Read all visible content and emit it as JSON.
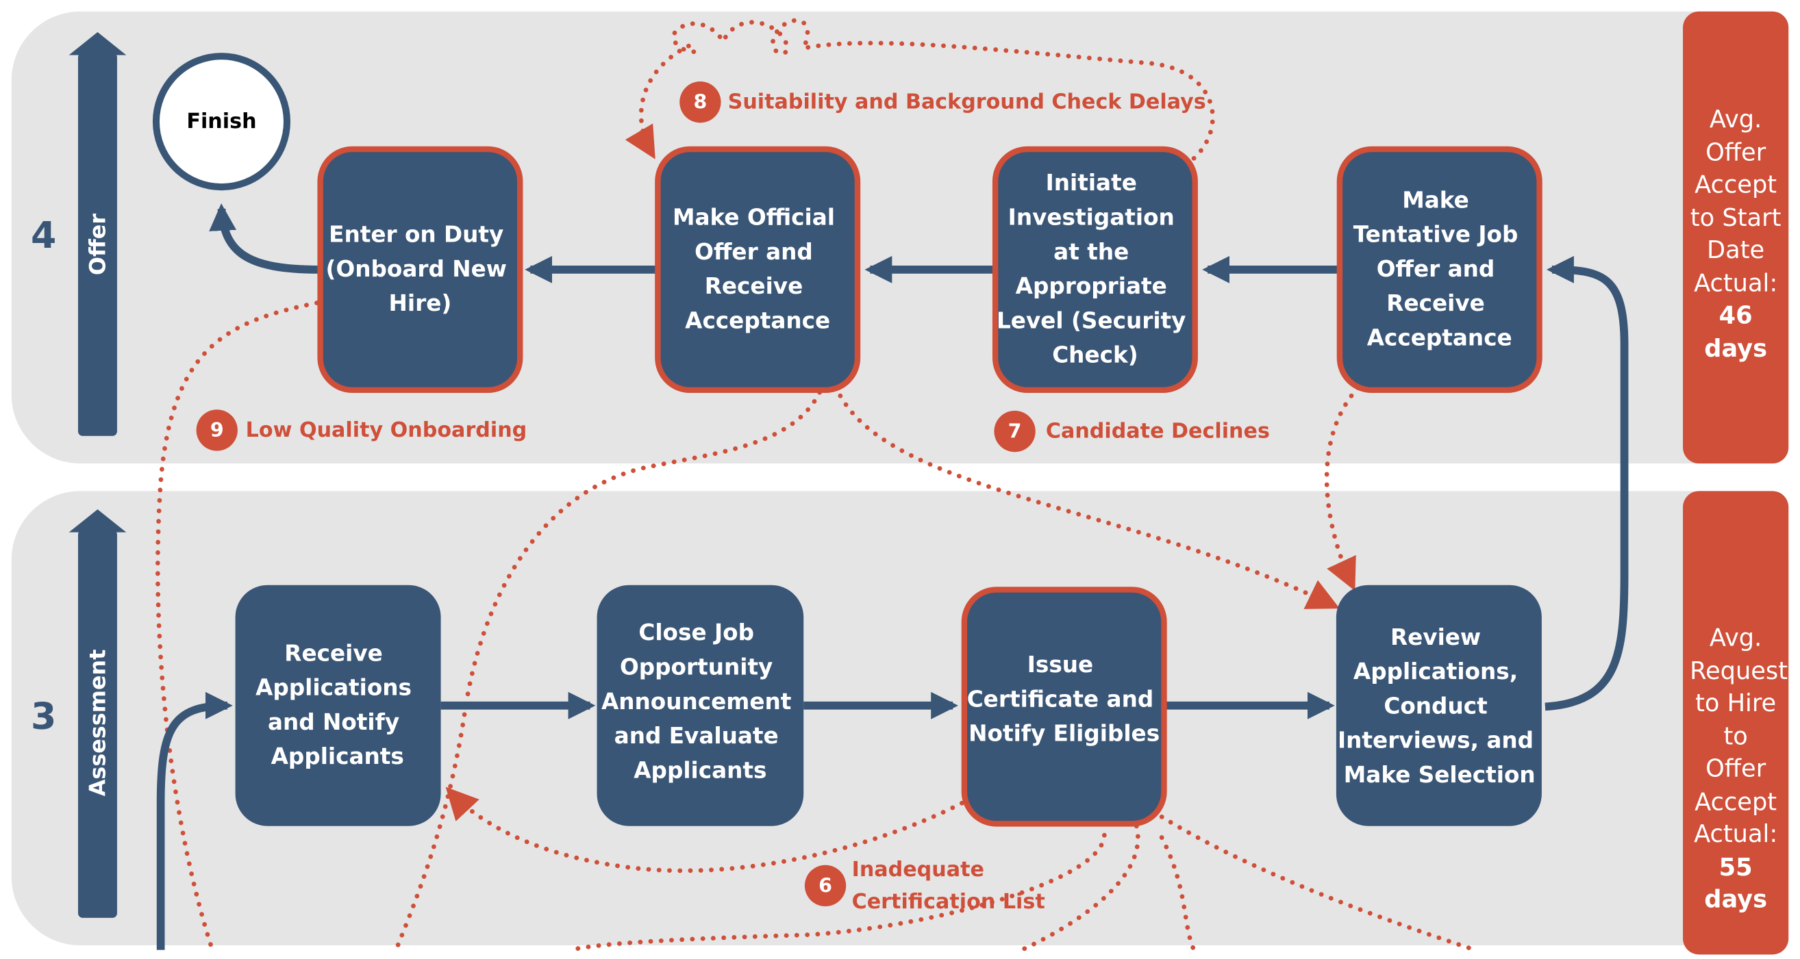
{
  "colors": {
    "phase_bg": "#e5e5e5",
    "step_fill": "#3a5676",
    "risk": "#cf4f39",
    "white": "#ffffff"
  },
  "phases": [
    {
      "number": "4",
      "label": "Offer",
      "stat": {
        "text": "Avg. Offer Accept to Start Date Actual:",
        "value": "46 days"
      }
    },
    {
      "number": "3",
      "label": "Assessment",
      "stat": {
        "text": "Avg. Request to Hire to Offer Accept Actual:",
        "value": "55 days"
      }
    }
  ],
  "finish_label": "Finish",
  "steps": {
    "enter_on_duty": [
      "Enter on Duty",
      "(Onboard New",
      "Hire)"
    ],
    "make_official_offer": [
      "Make Official",
      "Offer and",
      "Receive",
      "Acceptance"
    ],
    "initiate_investigation": [
      "Initiate",
      "Investigation",
      "at the",
      "Appropriate",
      "Level (Security",
      "Check)"
    ],
    "make_tentative_offer": [
      "Make",
      "Tentative Job",
      "Offer and",
      "Receive",
      "Acceptance"
    ],
    "receive_applications": [
      "Receive",
      "Applications",
      "and Notify",
      "Applicants"
    ],
    "close_job_opportunity": [
      "Close Job",
      "Opportunity",
      "Announcement",
      "and Evaluate",
      "Applicants"
    ],
    "issue_certificate": [
      "Issue",
      "Certificate and",
      "Notify Eligibles"
    ],
    "review_applications": [
      "Review",
      "Applications,",
      "Conduct",
      "Interviews, and",
      "Make Selection"
    ]
  },
  "risks": [
    {
      "number": "8",
      "label": "Suitability and Background Check Delays"
    },
    {
      "number": "9",
      "label": "Low Quality Onboarding"
    },
    {
      "number": "7",
      "label": "Candidate Declines"
    },
    {
      "number": "6",
      "label": [
        "Inadequate",
        "Certification List"
      ]
    }
  ]
}
